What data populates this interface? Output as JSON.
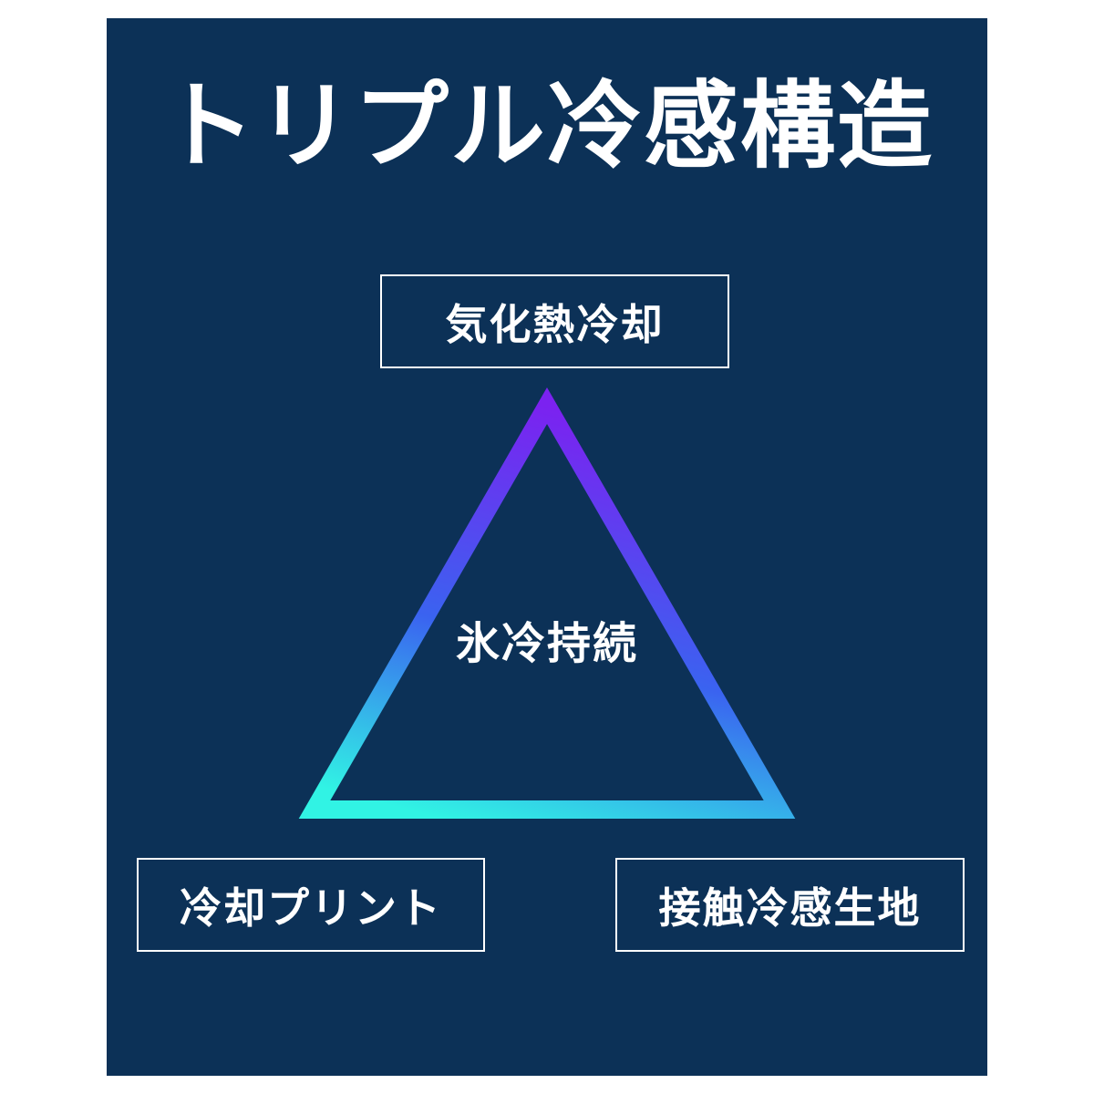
{
  "title": "トリプル冷感構造",
  "nodes": {
    "top": "気化熱冷却",
    "bottom_left": "冷却プリント",
    "bottom_right": "接触冷感生地",
    "center": "氷冷持続"
  },
  "colors": {
    "background": "#0c3157",
    "text": "#ffffff",
    "triangle_gradient_top": "#7b22f0",
    "triangle_gradient_middle": "#3a63f0",
    "triangle_gradient_bottom_left": "#31f3e4",
    "triangle_gradient_bottom_right": "#5a3cf5"
  }
}
